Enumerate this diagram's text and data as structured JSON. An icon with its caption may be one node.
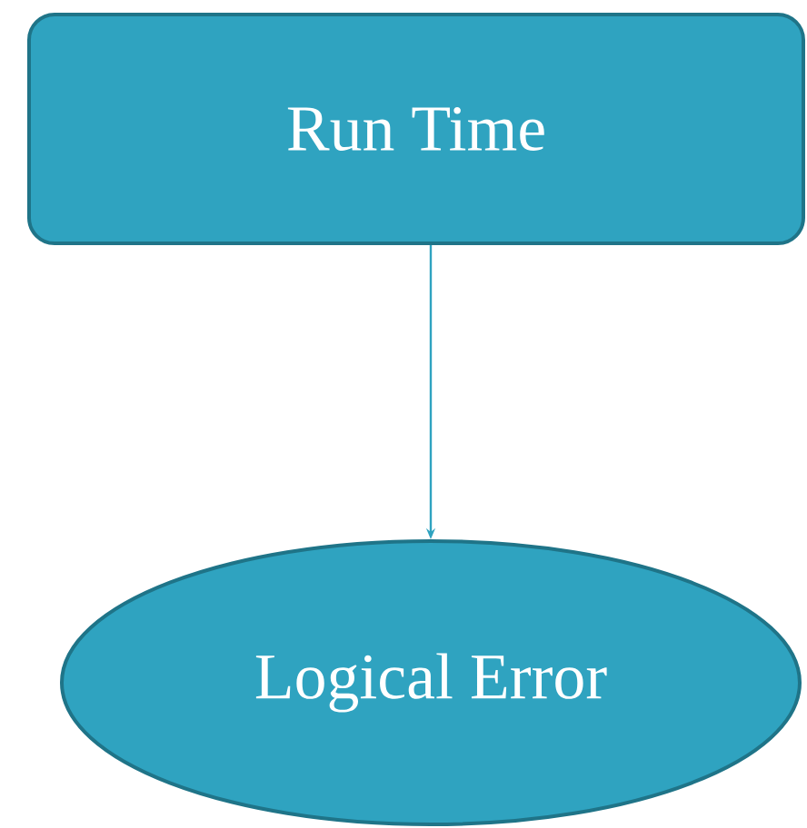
{
  "diagram": {
    "nodes": [
      {
        "text": [
          "Run Time"
        ]
      },
      {
        "text": [
          "Logical Error"
        ]
      }
    ],
    "edges": [
      {
        "from": 0,
        "to": 1,
        "arrow": "to"
      }
    ]
  }
}
